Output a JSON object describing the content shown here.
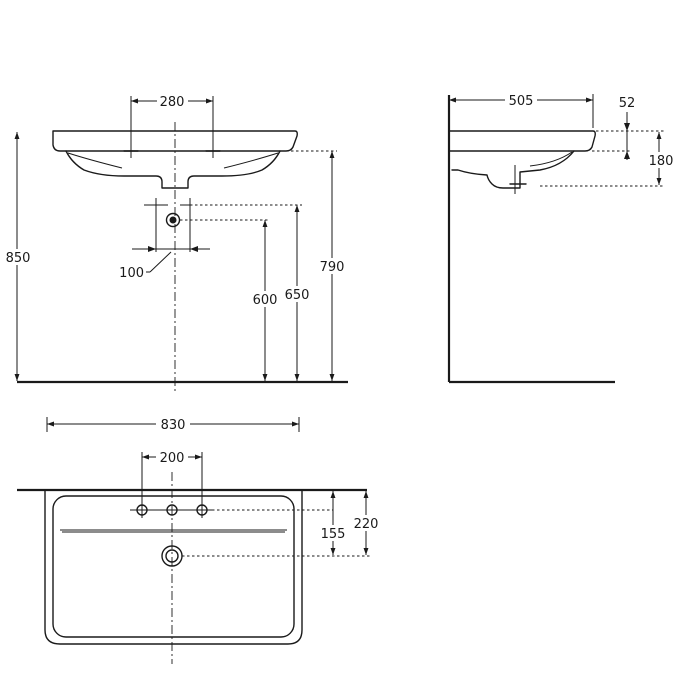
{
  "dimensions": {
    "front_tap_spacing": "280",
    "front_total_height": "850",
    "front_rim_height": "790",
    "front_waste_height_650": "650",
    "front_waste_height_600": "600",
    "front_waste_spacing": "100",
    "side_depth": "505",
    "side_rim_thickness": "52",
    "side_bowl_height": "180",
    "top_width": "830",
    "top_tap_spacing": "200",
    "top_tap_offset": "220",
    "top_drain_offset": "155"
  }
}
